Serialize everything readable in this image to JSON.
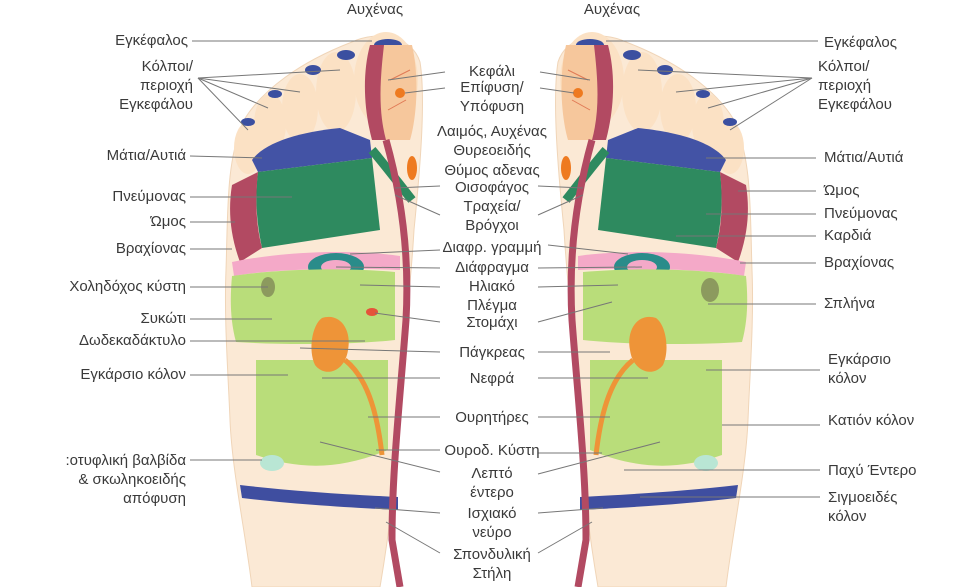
{
  "center": {
    "neck_left": "Αυχένας",
    "neck_right": "Αυχένας",
    "head": "Κεφάλι",
    "pineal": "Επίφυση/\nΥπόφυση",
    "throat": "Λαιμός, Αυχένας",
    "thyroid": "Θυρεοειδής",
    "thymus": "Θύμος αδενας",
    "esophagus": "Οισοφάγος",
    "trachea": "Τραχεία/\nΒρόγχοι",
    "diaphragm_line": "Διαφρ. γραμμή",
    "diaphragm": "Διάφραγμα",
    "solar": "Ηλιακό\nΠλέγμα",
    "stomach": "Στομάχι",
    "pancreas": "Πάγκρεας",
    "kidneys": "Νεφρά",
    "ureters": "Ουρητήρες",
    "bladder": "Ουροδ. Κύστη",
    "small_intestine": "Λεπτό\nέντερο",
    "sciatic": "Ισχιακό\nνεύρο",
    "spine": "Σπονδυλική\nΣτήλη"
  },
  "left": {
    "brain": "Εγκέφαλος",
    "sinuses": "Κόλποι/\nπεριοχή\nΕγκεφάλου",
    "eyes_ears": "Μάτια/Αυτιά",
    "lungs": "Πνεύμονας",
    "shoulder": "Ώμος",
    "arm": "Βραχίονας",
    "gallbladder": "Χοληδόχος κύστη",
    "liver": "Συκώτι",
    "duodenum": "Δωδεκαδάκτυλο",
    "transverse_colon": "Εγκάρσιο κόλον",
    "ileocecal": ":οτυφλική βαλβίδα\n& σκωληκοειδής\nαπόφυση"
  },
  "right": {
    "brain": "Εγκέφαλος",
    "sinuses": "Κόλποι/\nπεριοχή\nΕγκεφάλου",
    "eyes_ears": "Μάτια/Αυτιά",
    "shoulder": "Ώμος",
    "lungs": "Πνεύμονας",
    "heart": "Καρδιά",
    "arm": "Βραχίονας",
    "spleen": "Σπλήνα",
    "transverse_colon": "Εγκάρσιο\nκόλον",
    "descending_colon": "Κατιόν κόλον",
    "large_intestine": "Παχύ Έντερο",
    "sigmoid": "Σιγμοειδές\nκόλον"
  },
  "colors": {
    "skin": "#fbe9d5",
    "toe_tip": "#3b4fa0",
    "head_zone": "#f6c79c",
    "neck_band": "#b24a62",
    "eyes": "#4353a5",
    "lungs": "#2e8a5f",
    "arm_zone": "#b24a62",
    "diaphragm": "#f4a9c8",
    "solar": "#2a8c8a",
    "intestine": "#b9dd7a",
    "kidney": "#ee9438",
    "stomach_dot": "#e5533a",
    "pelvic_band": "#3f4ea0",
    "leader": "#777777"
  }
}
